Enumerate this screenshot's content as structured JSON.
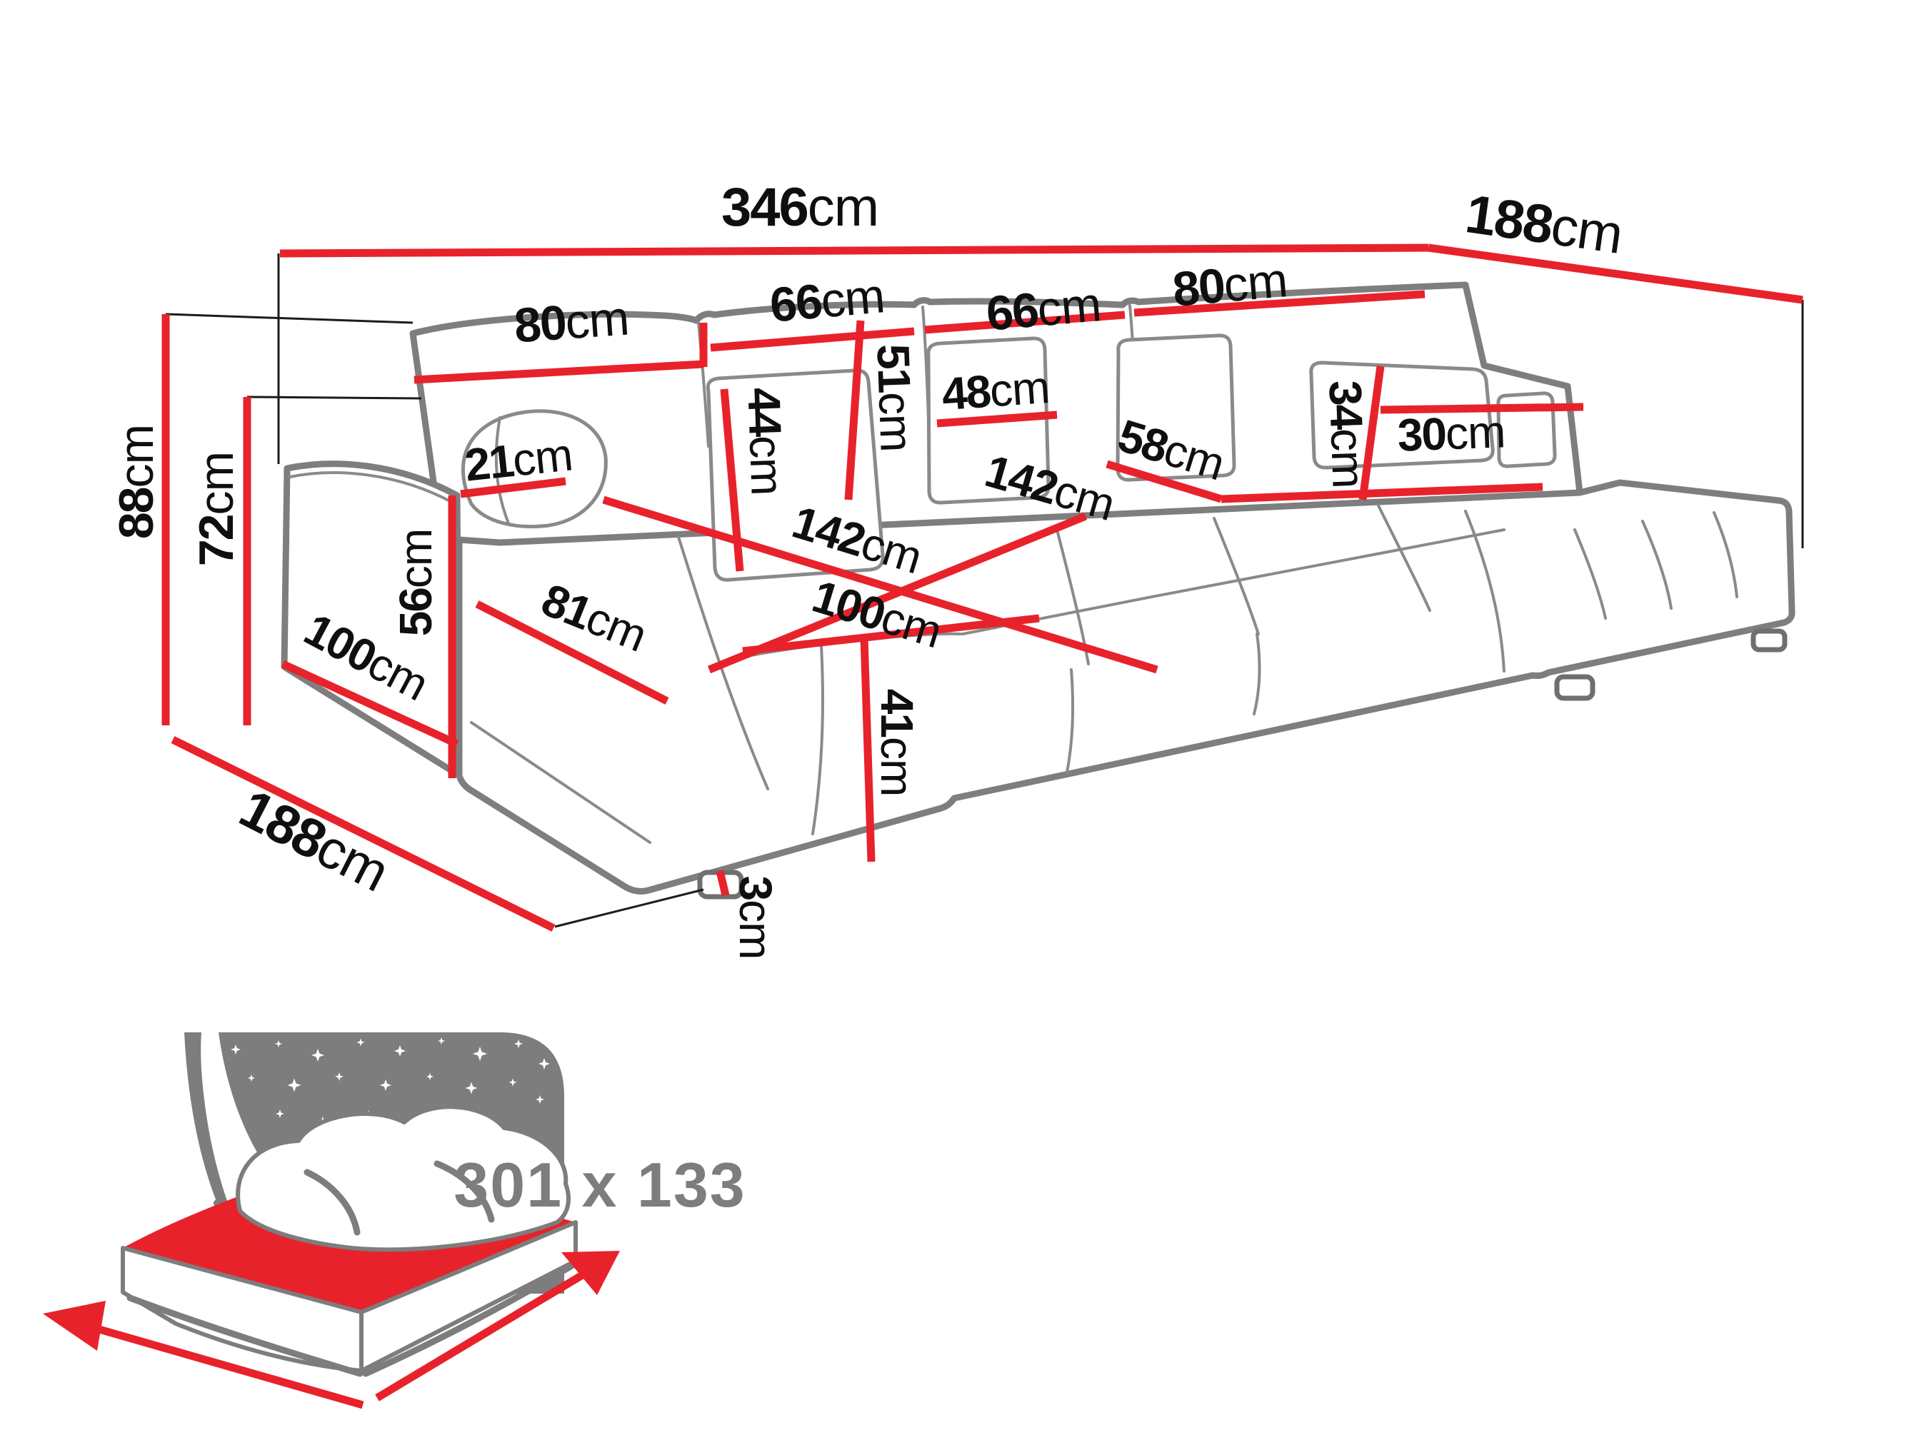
{
  "diagram": {
    "type": "sofa-dimension-diagram",
    "unit": "cm"
  },
  "dimensions": {
    "total_width": {
      "value": "346",
      "unit": "cm"
    },
    "total_depth_right": {
      "value": "188",
      "unit": "cm"
    },
    "back_section_1": {
      "value": "80",
      "unit": "cm"
    },
    "back_section_2": {
      "value": "66",
      "unit": "cm"
    },
    "back_section_3": {
      "value": "66",
      "unit": "cm"
    },
    "back_section_4": {
      "value": "80",
      "unit": "cm"
    },
    "total_height": {
      "value": "88",
      "unit": "cm"
    },
    "backrest_height": {
      "value": "72",
      "unit": "cm"
    },
    "armrest_width": {
      "value": "21",
      "unit": "cm"
    },
    "armrest_height": {
      "value": "56",
      "unit": "cm"
    },
    "armrest_depth": {
      "value": "100",
      "unit": "cm"
    },
    "pillow_left_height": {
      "value": "44",
      "unit": "cm"
    },
    "back_cushion_height": {
      "value": "51",
      "unit": "cm"
    },
    "pillow_center_width": {
      "value": "48",
      "unit": "cm"
    },
    "seat_depth": {
      "value": "58",
      "unit": "cm"
    },
    "pillow_right_height": {
      "value": "34",
      "unit": "cm"
    },
    "pillow_right_width": {
      "value": "30",
      "unit": "cm"
    },
    "seat_width_left": {
      "value": "142",
      "unit": "cm"
    },
    "seat_width_right": {
      "value": "142",
      "unit": "cm"
    },
    "chaise_front_width": {
      "value": "81",
      "unit": "cm"
    },
    "chaise_length": {
      "value": "100",
      "unit": "cm"
    },
    "seat_front_height": {
      "value": "41",
      "unit": "cm"
    },
    "leg_height": {
      "value": "3",
      "unit": "cm"
    },
    "total_depth_left": {
      "value": "188",
      "unit": "cm"
    }
  },
  "sleeping_area": {
    "size_label": "301 x 133"
  },
  "colors": {
    "dimension_line_red": "#e8222b",
    "outline_grey": "#7e7e7e",
    "icon_grey": "#7d7d7d",
    "label_black": "#0f0f0f"
  }
}
